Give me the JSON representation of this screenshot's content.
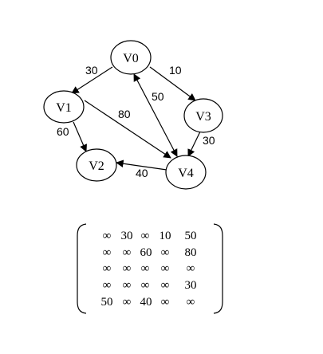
{
  "graph": {
    "nodes": [
      {
        "id": "V0",
        "label": "V0"
      },
      {
        "id": "V1",
        "label": "V1"
      },
      {
        "id": "V2",
        "label": "V2"
      },
      {
        "id": "V3",
        "label": "V3"
      },
      {
        "id": "V4",
        "label": "V4"
      }
    ],
    "edges": [
      {
        "from": "V0",
        "to": "V1",
        "weight": "30"
      },
      {
        "from": "V0",
        "to": "V3",
        "weight": "10"
      },
      {
        "from": "V1",
        "to": "V2",
        "weight": "60"
      },
      {
        "from": "V1",
        "to": "V4",
        "weight": "80"
      },
      {
        "from": "V3",
        "to": "V4",
        "weight": "30"
      },
      {
        "from": "V4",
        "to": "V2",
        "weight": "40"
      },
      {
        "from": "V4",
        "to": "V0",
        "weight": "50"
      }
    ]
  },
  "matrix": {
    "rows": [
      [
        "∞",
        "30",
        "∞",
        "10",
        "50"
      ],
      [
        "∞",
        "∞",
        "60",
        "∞",
        "80"
      ],
      [
        "∞",
        "∞",
        "∞",
        "∞",
        "∞"
      ],
      [
        "∞",
        "∞",
        "∞",
        "∞",
        "30"
      ],
      [
        "50",
        "∞",
        "40",
        "∞",
        "∞"
      ]
    ]
  }
}
